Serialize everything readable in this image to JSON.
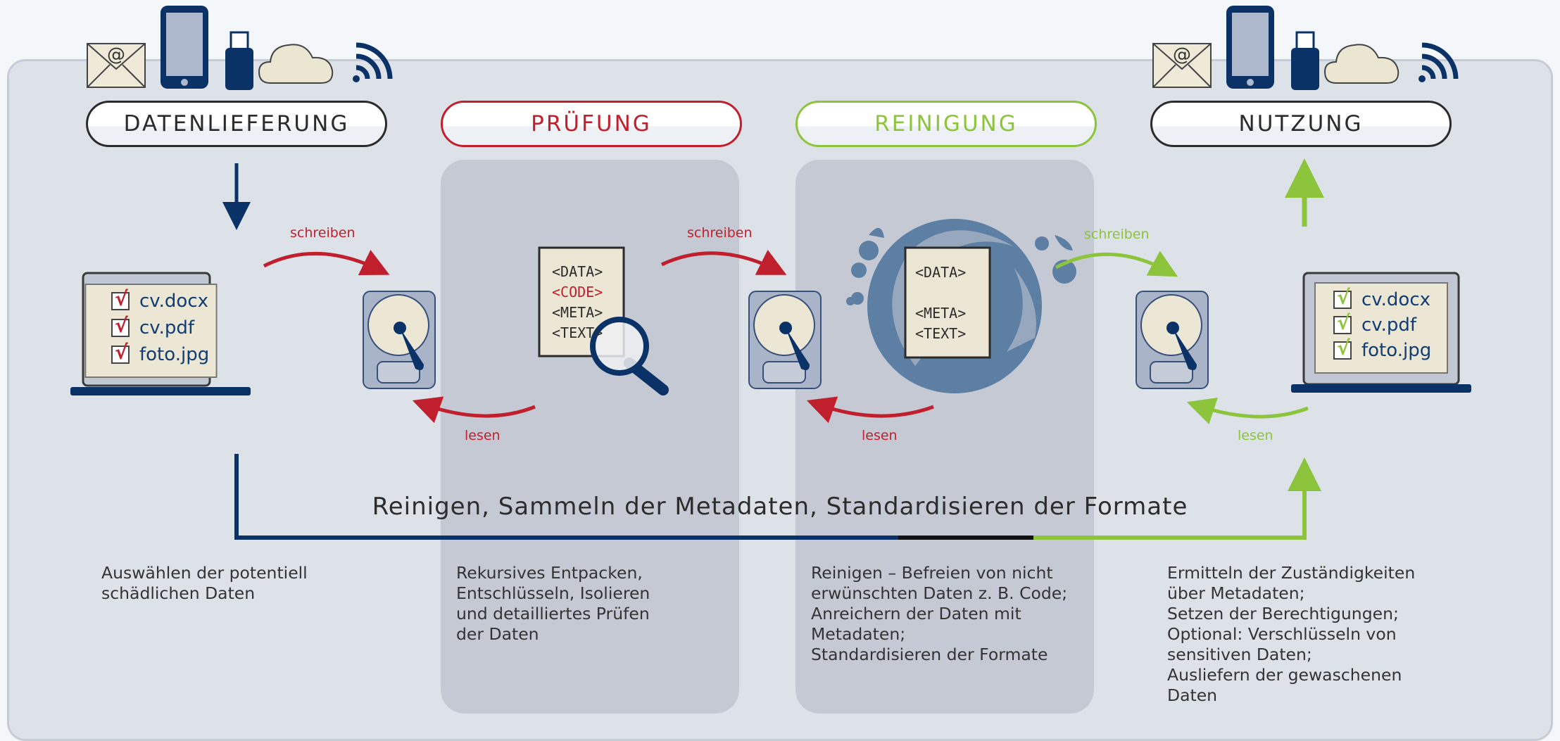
{
  "stages": [
    {
      "title": "DATENLIEFERUNG",
      "color": "#2b2b2b",
      "border": "#2b2b2b",
      "description": "Auswählen der potentiell\nschädlichen Daten"
    },
    {
      "title": "PRÜFUNG",
      "color": "#c0202e",
      "border": "#c0202e",
      "description": "Rekursives Entpacken,\nEntschlüsseln, Isolieren\nund detailliertes Prüfen\nder Daten"
    },
    {
      "title": "REINIGUNG",
      "color": "#8cc43c",
      "border": "#8cc43c",
      "description": "Reinigen – Befreien von nicht\nerwünschten Daten z. B. Code;\nAnreichern der Daten mit\nMetadaten;\nStandardisieren der Formate"
    },
    {
      "title": "NUTZUNG",
      "color": "#2b2b2b",
      "border": "#2b2b2b",
      "description": "Ermitteln der Zuständigkeiten\nüber Metadaten;\nSetzen der Berechtigungen;\nOptional: Verschlüsseln von\nsensitiven  Daten;\nAusliefern der gewaschenen\nDaten"
    }
  ],
  "flow_labels": {
    "write_1": "schreiben",
    "read_1": "lesen",
    "write_2": "schreiben",
    "read_2": "lesen",
    "write_3": "schreiben",
    "read_3": "lesen"
  },
  "banner": "Reinigen, Sammeln der Metadaten, Standardisieren der Formate",
  "files_in": [
    "cv.docx",
    "cv.pdf",
    "foto.jpg"
  ],
  "files_out": [
    "cv.docx",
    "cv.pdf",
    "foto.jpg"
  ],
  "check_mark": "√",
  "xml_inspect": [
    "<DATA>",
    "<CODE>",
    "<META>",
    "<TEXT>"
  ],
  "xml_clean": [
    "<DATA>",
    "",
    "<META>",
    "<TEXT>"
  ],
  "email_symbol": "@",
  "colors": {
    "navy": "#0b3266",
    "red": "#c0202e",
    "green": "#8cc43c",
    "panel": "#dde2e9",
    "column": "#c4c9d4"
  },
  "icons": [
    "envelope-icon",
    "smartphone-icon",
    "usb-stick-icon",
    "cloud-icon",
    "wireless-icon",
    "laptop-icon",
    "hard-drive-icon",
    "magnifier-icon",
    "document-icon",
    "cleaning-swirl-icon"
  ]
}
